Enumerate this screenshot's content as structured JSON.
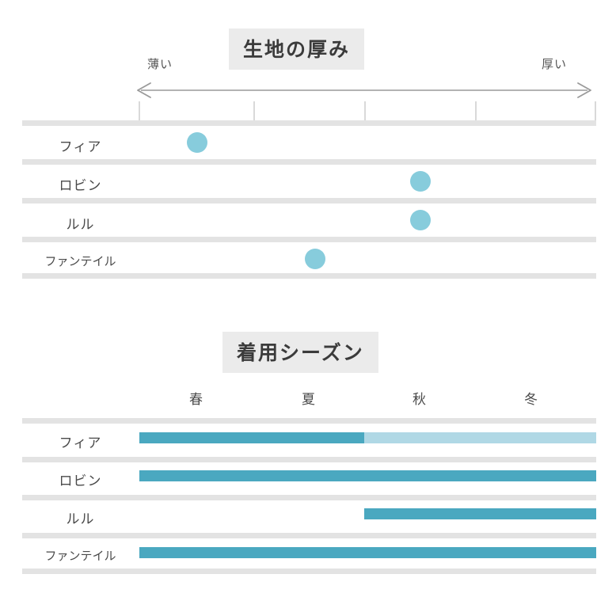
{
  "chart_data": [
    {
      "type": "scatter",
      "title": "生地の厚み",
      "axis": {
        "left_label": "薄い",
        "right_label": "厚い",
        "arrow": "double-headed",
        "levels": 4,
        "min": 1,
        "max": 4
      },
      "categories": [
        "フィア",
        "ロビン",
        "ルル",
        "ファンテイル"
      ],
      "values": [
        1,
        3,
        3,
        2
      ],
      "marker_color": "#87ccdc",
      "grid": true,
      "xlabel": "",
      "ylabel": ""
    },
    {
      "type": "bar",
      "title": "着用シーズン",
      "categories": [
        "春",
        "夏",
        "秋",
        "冬"
      ],
      "rows": [
        "フィア",
        "ロビン",
        "ルル",
        "ファンテイル"
      ],
      "series": [
        {
          "name": "フィア",
          "values": [
            2,
            2,
            1,
            1
          ]
        },
        {
          "name": "ロビン",
          "values": [
            2,
            2,
            2,
            2
          ]
        },
        {
          "name": "ルル",
          "values": [
            0,
            0,
            2,
            2
          ]
        },
        {
          "name": "ファンテイル",
          "values": [
            2,
            2,
            2,
            2
          ]
        }
      ],
      "legend_levels": {
        "0": "none",
        "1": "partial",
        "2": "full"
      },
      "colors": {
        "full": "#4aa8c0",
        "partial": "#b0d8e5",
        "none": "transparent"
      },
      "grid": true
    }
  ],
  "chart1": {
    "title": "生地の厚み",
    "left_label": "薄い",
    "right_label": "厚い",
    "rows": [
      {
        "label": "フィア",
        "level": 1
      },
      {
        "label": "ロビン",
        "level": 3
      },
      {
        "label": "ルル",
        "level": 3
      },
      {
        "label": "ファンテイル",
        "level": 2
      }
    ]
  },
  "chart2": {
    "title": "着用シーズン",
    "columns": [
      "春",
      "夏",
      "秋",
      "冬"
    ],
    "rows": [
      {
        "label": "フィア",
        "values": [
          2,
          2,
          1,
          1
        ]
      },
      {
        "label": "ロビン",
        "values": [
          2,
          2,
          2,
          2
        ]
      },
      {
        "label": "ルル",
        "values": [
          0,
          0,
          2,
          2
        ]
      },
      {
        "label": "ファンテイル",
        "values": [
          2,
          2,
          2,
          2
        ]
      }
    ]
  },
  "theme": {
    "accent_full": "#4aa8c0",
    "accent_partial": "#b0d8e5",
    "marker": "#87ccdc",
    "band": "#e3e3e3",
    "title_bg": "#ebebeb"
  }
}
